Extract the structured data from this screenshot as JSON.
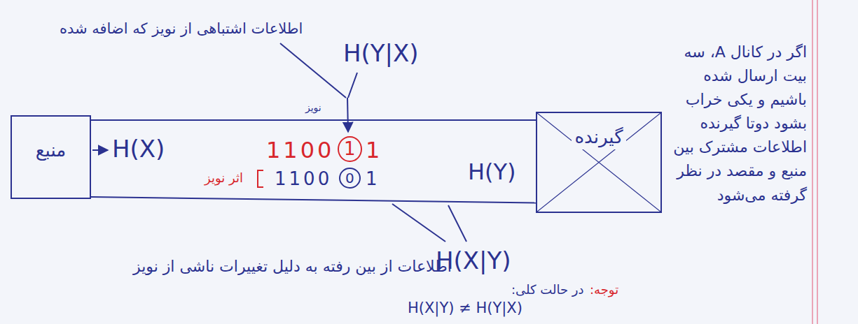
{
  "diagram": {
    "nodes": [
      {
        "text": [
          "منبع"
        ]
      },
      {
        "text": [
          "گیرنده"
        ]
      }
    ],
    "edges": [
      {
        "from": 0,
        "to": 1,
        "arrow": "none"
      },
      {
        "from": 0,
        "to": 1,
        "arrow": "none"
      }
    ],
    "labels": [
      "اطلاعات اشتباهی از نویز که اضافه شده",
      "H(Y|X)",
      "نویز",
      "H(X)",
      "1100",
      "1",
      "1",
      "1100",
      "0",
      "1",
      "اثر نویز",
      "H(Y)",
      "اگر در کانال A، سه بیت ارسال شده باشیم و یکی خراب بشود دوتا گیرنده اطلاعات مشترک بین منبع و مقصد در نظر گرفته می‌شود",
      "اطلاعات از بین رفته به دلیل تغییرات ناشی از نویز",
      "H(X|Y)",
      "توجه:",
      "در حالت کلی:",
      "H(X|Y) ≠ H(Y|X)"
    ]
  }
}
